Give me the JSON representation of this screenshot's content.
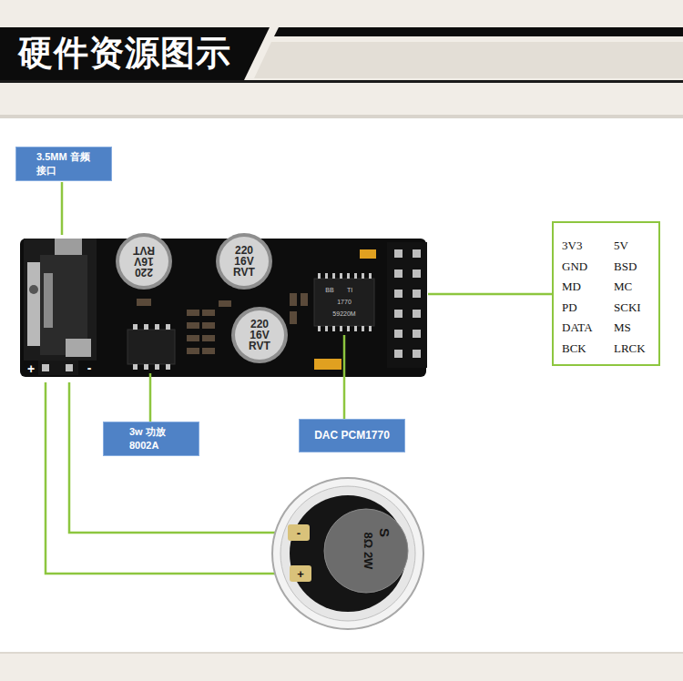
{
  "diagram": {
    "title": "硬件资源图示",
    "nodes": [
      {
        "text": [
          "3.5MM 音频接口"
        ]
      },
      {
        "text": [
          "3w 功放 8002A"
        ]
      },
      {
        "text": [
          "DAC PCM1770"
        ]
      },
      {
        "text": [
          "3V3",
          "5V",
          "GND",
          "BSD",
          "MD",
          "MC",
          "PD",
          "SCKI",
          "DATA",
          "MS",
          "BCK",
          "LRCK"
        ]
      }
    ],
    "labels": [
      "220",
      "16V",
      "RVT",
      "220",
      "16V",
      "RVT",
      "220",
      "16V",
      "RVT",
      "+",
      "-",
      "-",
      "+",
      "S",
      "8Ω 2W",
      "BB",
      "TI",
      "1770",
      "59220M"
    ]
  }
}
